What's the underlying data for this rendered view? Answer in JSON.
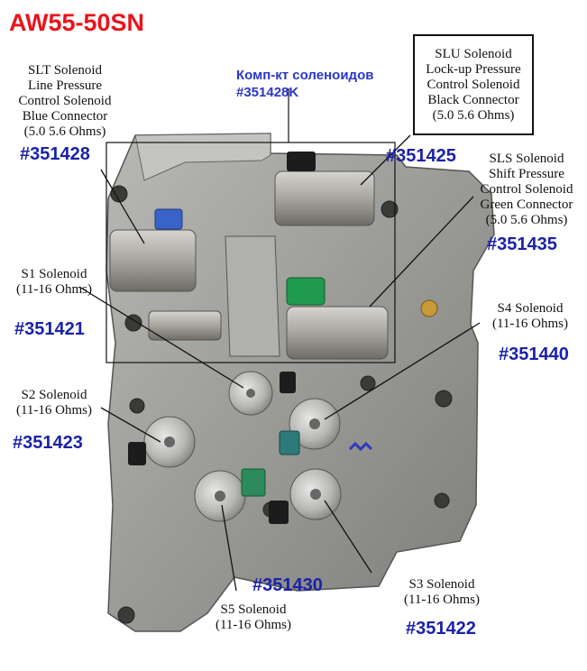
{
  "title": "AW55-50SN",
  "kit": {
    "label": "Комп-кт соленоидов",
    "part": "#351428K"
  },
  "solenoids": {
    "slt": {
      "lines": [
        "SLT Solenoid",
        "Line Pressure",
        "Control Solenoid",
        "Blue Connector",
        "(5.0 5.6 Ohms)"
      ],
      "part": "#351428"
    },
    "slu": {
      "lines": [
        "SLU Solenoid",
        "Lock-up Pressure",
        "Control Solenoid",
        "Black Connector",
        "(5.0 5.6 Ohms)"
      ],
      "part": "#351425"
    },
    "sls": {
      "lines": [
        "SLS Solenoid",
        "Shift Pressure",
        "Control Solenoid",
        "Green Connector",
        "(5.0 5.6 Ohms)"
      ],
      "part": "#351435"
    },
    "s1": {
      "lines": [
        "S1 Solenoid",
        "(11-16 Ohms)"
      ],
      "part": "#351421"
    },
    "s4": {
      "lines": [
        "S4 Solenoid",
        "(11-16 Ohms)"
      ],
      "part": "#351440"
    },
    "s2": {
      "lines": [
        "S2 Solenoid",
        "(11-16 Ohms)"
      ],
      "part": "#351423"
    },
    "s5": {
      "lines": [
        "S5 Solenoid",
        "(11-16 Ohms)"
      ],
      "part": "#351430"
    },
    "s3": {
      "lines": [
        "S3 Solenoid",
        "(11-16 Ohms)"
      ],
      "part": "#351422"
    }
  },
  "colors": {
    "title": "#e8141c",
    "part_number": "#1a22a8",
    "blue_connector": "#3a63c8",
    "green_connector": "#1f9a4e",
    "black_connector": "#1c1c1c"
  }
}
